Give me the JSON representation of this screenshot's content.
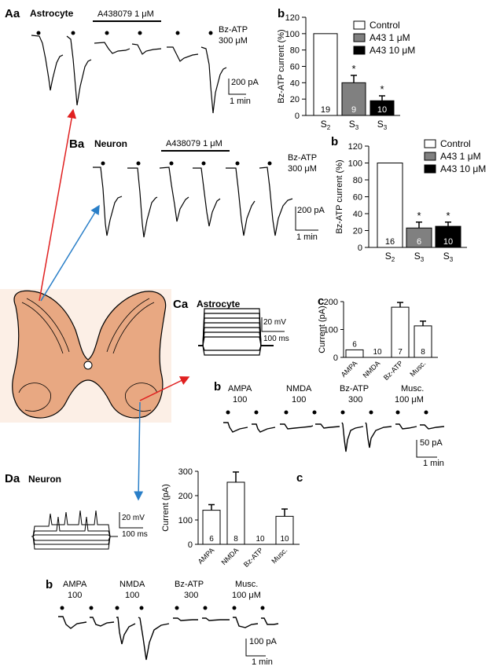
{
  "panels": {
    "Aa": {
      "label": "Aa",
      "title": "Astrocyte",
      "drug_bar": "A438079 1 μM",
      "agonist": [
        "Bz-ATP",
        "300 μM"
      ],
      "scale_y": "200 pA",
      "scale_x": "1 min"
    },
    "Ab": {
      "label": "b"
    },
    "Ba": {
      "label": "Ba",
      "title": "Neuron",
      "drug_bar": "A438079 1 μM",
      "agonist": [
        "Bz-ATP",
        "300 μM"
      ],
      "scale_y": "200 pA",
      "scale_x": "1 min"
    },
    "Bb": {
      "label": "b"
    },
    "Ca": {
      "label": "Ca",
      "title": "Astrocyte",
      "scale_y": "20 mV",
      "scale_x": "100 ms"
    },
    "Cb": {
      "label": "b",
      "agonists": [
        [
          "AMPA",
          "100"
        ],
        [
          "NMDA",
          "100"
        ],
        [
          "Bz-ATP",
          "300"
        ],
        [
          "Musc.",
          "100 μM"
        ]
      ],
      "scale_y": "50 pA",
      "scale_x": "1 min"
    },
    "Cc": {
      "label": "c"
    },
    "Da": {
      "label": "Da",
      "title": "Neuron",
      "scale_y": "20 mV",
      "scale_x": "100 ms"
    },
    "Db": {
      "label": "b",
      "agonists": [
        [
          "AMPA",
          "100"
        ],
        [
          "NMDA",
          "100"
        ],
        [
          "Bz-ATP",
          "300"
        ],
        [
          "Musc.",
          "100 μM"
        ]
      ],
      "scale_y": "100 pA",
      "scale_x": "1 min"
    },
    "Dc": {
      "label": "c"
    }
  },
  "colors": {
    "tissue": "#E8A882",
    "bar_gray": "#808080",
    "arrow_red": "#E02020",
    "arrow_blue": "#2A7FC8"
  },
  "chart_data": [
    {
      "id": "Ab",
      "type": "bar",
      "categories": [
        "S2",
        "S3",
        "S3"
      ],
      "values": [
        100,
        40,
        18
      ],
      "errors": [
        0,
        9,
        6
      ],
      "n": [
        "19",
        "9",
        "10"
      ],
      "significance": [
        "",
        "*",
        "*"
      ],
      "legend": [
        "Control",
        "A43 1 μM",
        "A43 10 μM"
      ],
      "bar_fill": [
        "#ffffff",
        "#808080",
        "#000000"
      ],
      "ylabel": "Bz-ATP current (%)",
      "ylim": [
        0,
        120
      ],
      "yticks": [
        "0",
        "20",
        "40",
        "60",
        "80",
        "100",
        "120"
      ]
    },
    {
      "id": "Bb",
      "type": "bar",
      "categories": [
        "S2",
        "S3",
        "S3"
      ],
      "values": [
        100,
        23,
        25
      ],
      "errors": [
        0,
        7,
        5
      ],
      "n": [
        "16",
        "6",
        "10"
      ],
      "significance": [
        "",
        "*",
        "*"
      ],
      "legend": [
        "Control",
        "A43 1 μM",
        "A43 10 μM"
      ],
      "bar_fill": [
        "#ffffff",
        "#808080",
        "#000000"
      ],
      "ylabel": "Bz-ATP current (%)",
      "ylim": [
        0,
        120
      ],
      "yticks": [
        "0",
        "20",
        "40",
        "60",
        "80",
        "100",
        "120"
      ]
    },
    {
      "id": "Cc",
      "type": "bar",
      "categories": [
        "AMPA",
        "NMDA",
        "Bz-ATP",
        "Musc."
      ],
      "values": [
        27,
        0,
        180,
        113
      ],
      "errors": [
        0,
        0,
        17,
        17
      ],
      "n": [
        "6",
        "10",
        "7",
        "8"
      ],
      "ylabel": "Current (pA)",
      "ylim": [
        0,
        200
      ],
      "yticks": [
        "0",
        "100",
        "200"
      ]
    },
    {
      "id": "Dc",
      "type": "bar",
      "categories": [
        "AMPA",
        "NMDA",
        "Bz-ATP",
        "Musc."
      ],
      "values": [
        140,
        255,
        0,
        115
      ],
      "errors": [
        23,
        42,
        0,
        30
      ],
      "n": [
        "6",
        "8",
        "10",
        "10"
      ],
      "ylabel": "Current (pA)",
      "ylim": [
        0,
        300
      ],
      "yticks": [
        "0",
        "100",
        "200",
        "300"
      ]
    }
  ]
}
